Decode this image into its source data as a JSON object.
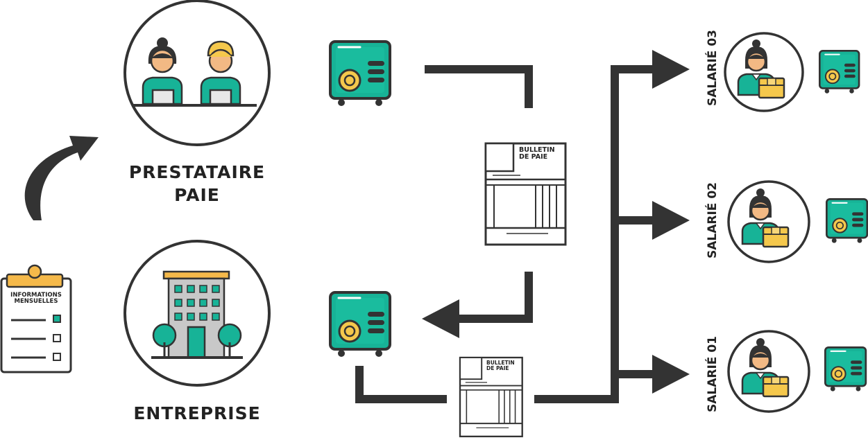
{
  "labels": {
    "prestataire_line1": "PRESTATAIRE",
    "prestataire_line2": "PAIE",
    "entreprise": "ENTREPRISE",
    "informations_line1": "INFORMATIONS",
    "informations_line2": "MENSUELLES",
    "bulletin_line1": "BULLETIN",
    "bulletin_line2": "DE PAIE",
    "salarie_03": "SALARIÉ 03",
    "salarie_02": "SALARIÉ 02",
    "salarie_01": "SALARIÉ 01"
  },
  "colors": {
    "dark": "#333333",
    "teal": "#17b397",
    "teal_dark": "#129a82",
    "yellow": "#f5c84c",
    "skin": "#f2b984",
    "orange": "#f5b94a"
  }
}
